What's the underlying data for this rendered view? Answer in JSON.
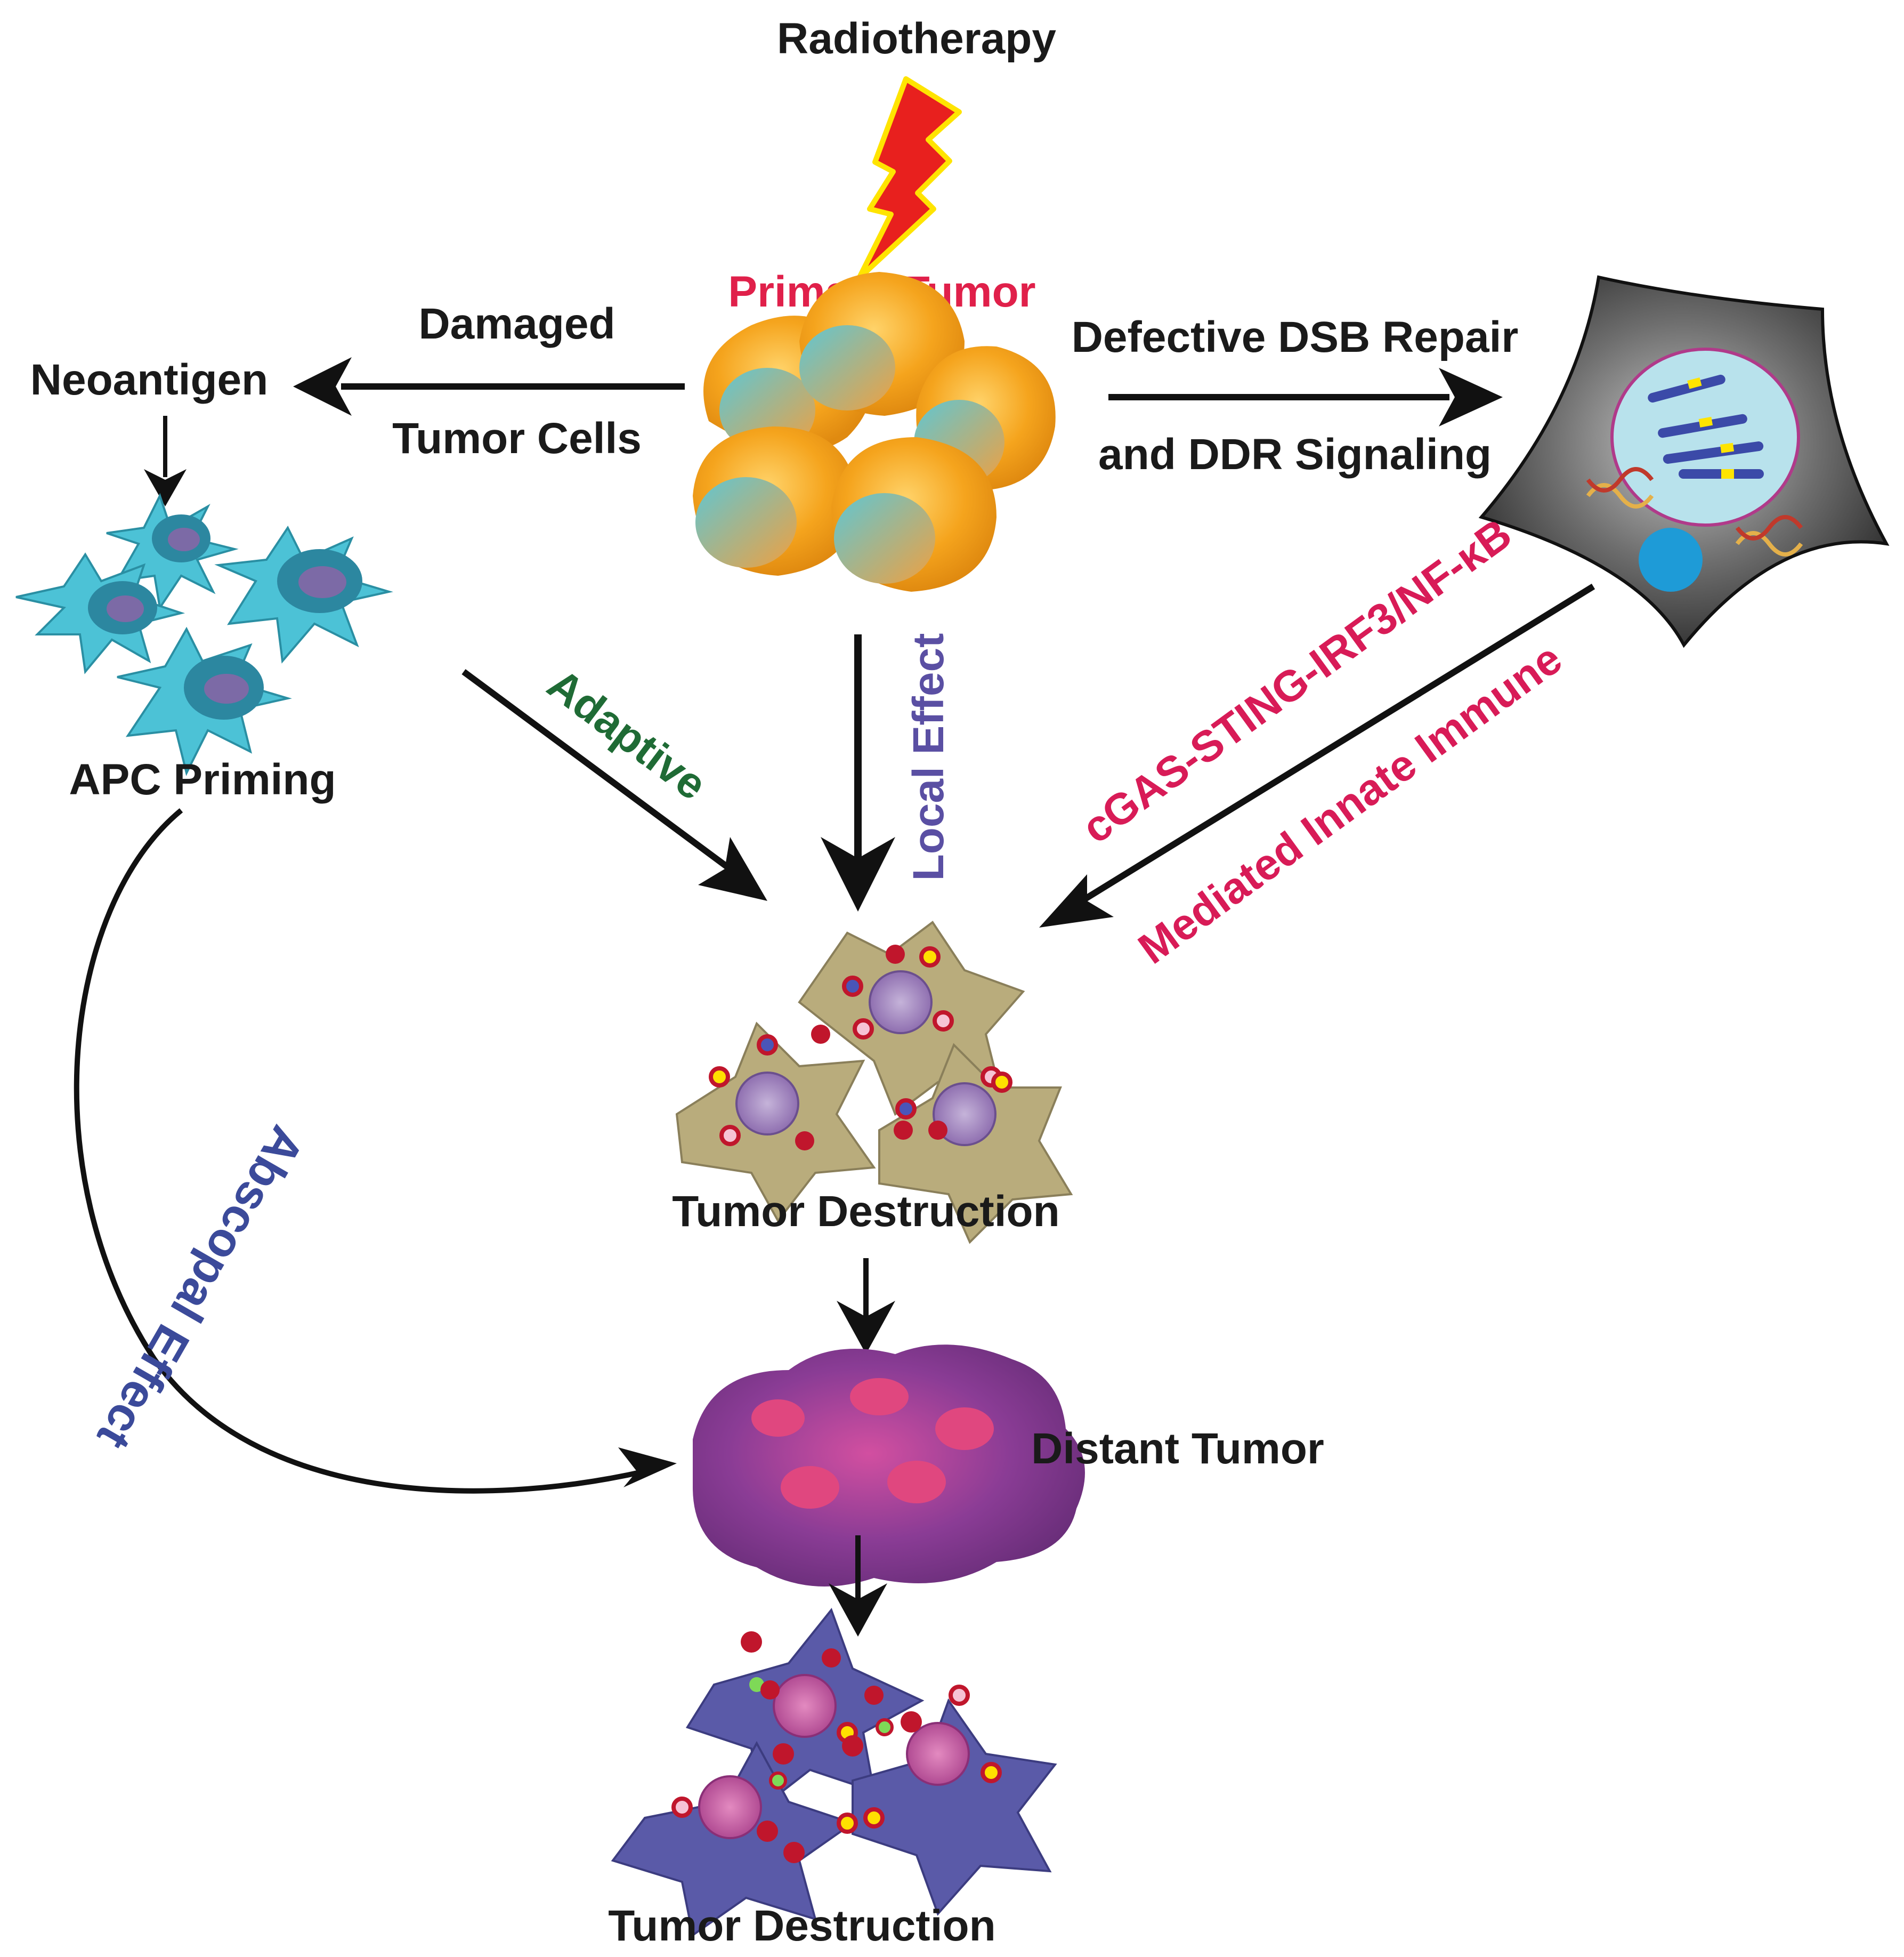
{
  "labels": {
    "radiotherapy": "Radiotherapy",
    "primary_tumor": "Primary Tumor",
    "damaged": "Damaged",
    "tumor_cells": "Tumor Cells",
    "neoantigen": "Neoantigen",
    "defective_dsb_repair": "Defective DSB Repair",
    "ddr_signaling": "and DDR Signaling",
    "apc_priming": "APC Priming",
    "adaptive": "Adaptive",
    "local_effect": "Local Effect",
    "cgas_sting": "cGAS-STING-IRF3/NF-κB",
    "mediated_innate": "Mediated Innate Immune",
    "tumor_destruction_1": "Tumor Destruction",
    "distant_tumor": "Distant Tumor",
    "abscopal_effect": "Abscopal Effect",
    "tumor_destruction_2": "Tumor Destruction"
  },
  "colors": {
    "text_black": "#1a1a1a",
    "primary_tumor_red": "#e0204a",
    "pathway_red": "#d81b57",
    "adaptive_green": "#1f6b35",
    "local_effect_purple": "#5a4fa3",
    "abscopal_blue": "#3b4a9a",
    "lightning_red": "#e8201e",
    "lightning_yellow": "#ffe400",
    "tumor_orange": "#f0a020",
    "apc_cyan": "#4cc2d6",
    "dying_cell_khaki": "#b9ac7c",
    "distant_tumor_purple": "#8a3c95",
    "dying_cell_blue": "#5a5aa8",
    "dark_cell": "#3a3a3a"
  }
}
